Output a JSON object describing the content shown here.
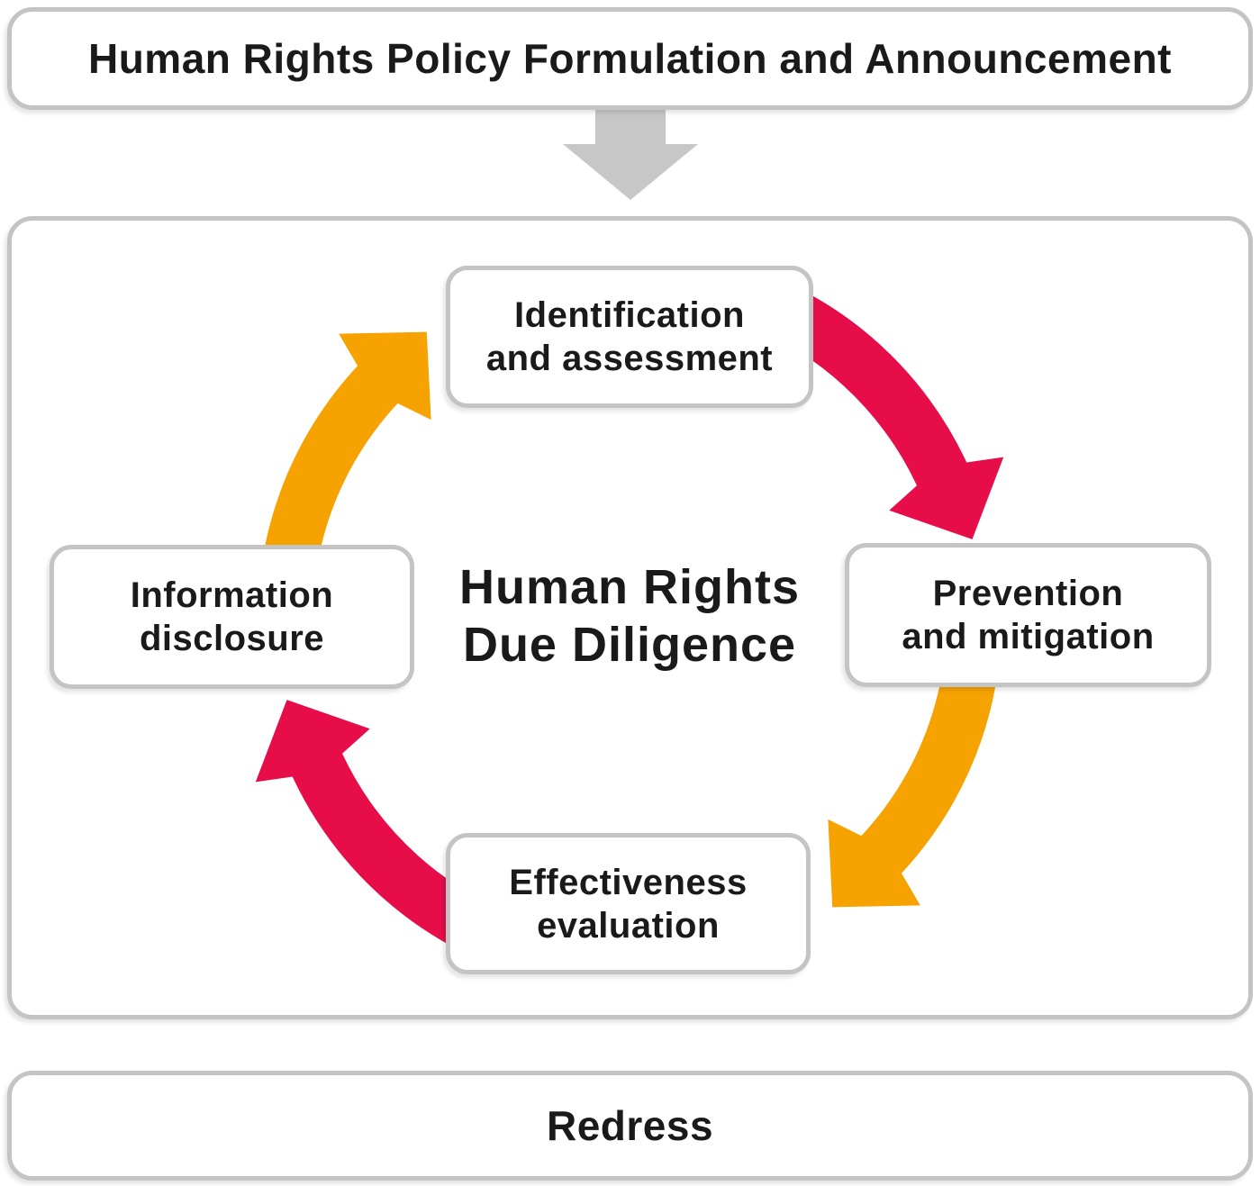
{
  "header": {
    "title": "Human Rights Policy Formulation and Announcement"
  },
  "cycle": {
    "center": {
      "line1": "Human Rights",
      "line2": "Due Diligence"
    },
    "nodes": [
      {
        "id": "identification",
        "line1": "Identification",
        "line2": "and assessment"
      },
      {
        "id": "prevention",
        "line1": "Prevention",
        "line2": "and mitigation"
      },
      {
        "id": "effectiveness",
        "line1": "Effectiveness",
        "line2": "evaluation"
      },
      {
        "id": "information",
        "line1": "Information",
        "line2": "disclosure"
      }
    ],
    "arrow_sequence": [
      {
        "from": "information",
        "to": "identification",
        "color_name": "orange"
      },
      {
        "from": "identification",
        "to": "prevention",
        "color_name": "pink"
      },
      {
        "from": "prevention",
        "to": "effectiveness",
        "color_name": "orange"
      },
      {
        "from": "effectiveness",
        "to": "information",
        "color_name": "pink"
      }
    ]
  },
  "footer": {
    "title": "Redress"
  },
  "colors": {
    "orange": "#F6A200",
    "pink": "#E60D49",
    "arrow_gray": "#C7C7C7",
    "border_gray": "#C4C4C4",
    "text_black": "#1A1A1A",
    "background": "#FFFFFF"
  }
}
